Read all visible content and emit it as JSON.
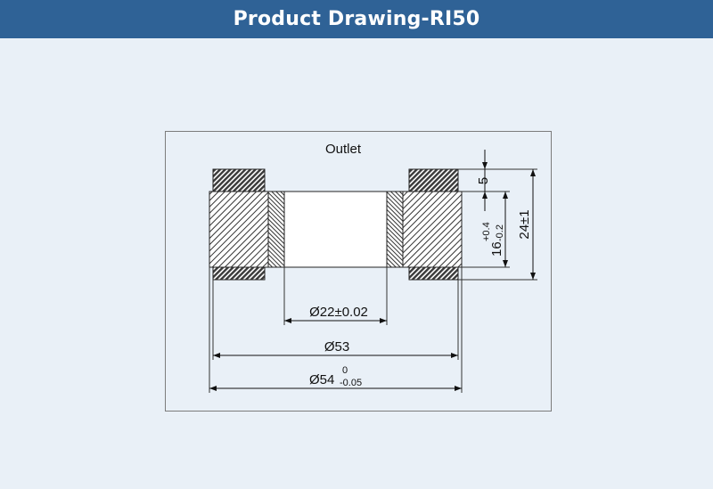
{
  "header": {
    "title": "Product Drawing-RI50"
  },
  "drawing": {
    "label": "Outlet",
    "dimensions": {
      "bore": "Ø22±0.02",
      "outer": "Ø53",
      "outer_tol_base": "Ø54",
      "outer_tol_upper": "0",
      "outer_tol_lower": "-0.05",
      "top_step": "5",
      "inner_height_base": "16",
      "inner_height_upper": "+0.4",
      "inner_height_lower": "-0.2",
      "total_height": "24±1"
    }
  }
}
